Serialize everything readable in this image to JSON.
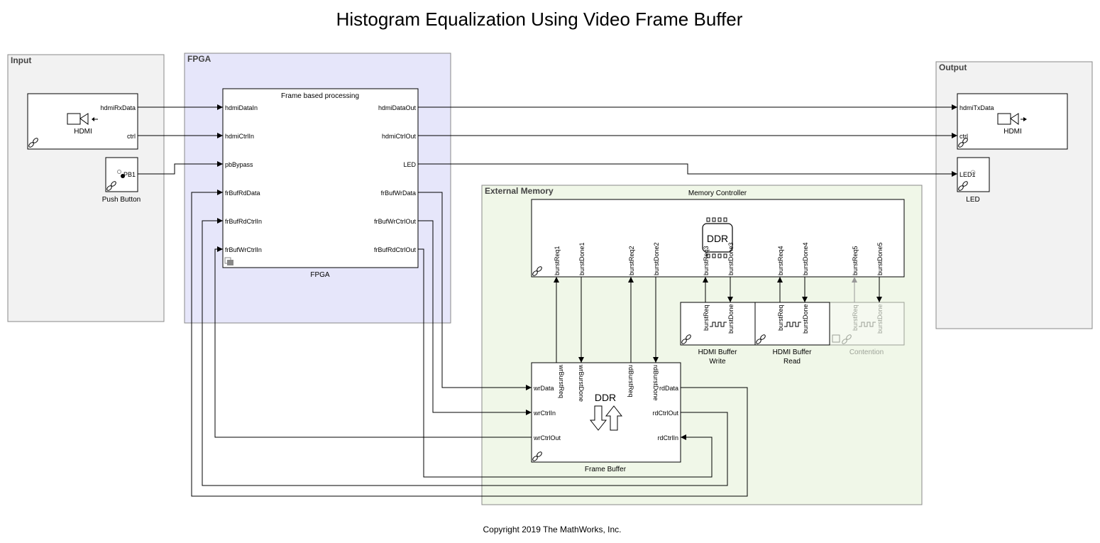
{
  "title": "Histogram Equalization Using Video Frame Buffer",
  "copyright": "Copyright 2019 The MathWorks, Inc.",
  "areas": {
    "input": "Input",
    "fpga": "FPGA",
    "output": "Output",
    "external_memory": "External Memory"
  },
  "colors": {
    "fpga_area": "#e6e6fa",
    "ext_mem_area": "#f0f7e8",
    "io_area": "#f2f2f2"
  },
  "blocks": {
    "hdmi_in": {
      "caption": "HDMI",
      "ports_out": [
        "hdmiRxData",
        "ctrl"
      ]
    },
    "push_button": {
      "caption": "Push Button",
      "label": "PB1"
    },
    "fpga": {
      "title": "Frame based processing",
      "caption": "FPGA",
      "ports_in": [
        "hdmiDataIn",
        "hdmiCtrlIn",
        "pbBypass",
        "frBufRdData",
        "frBufRdCtrlIn",
        "frBufWrCtrlIn"
      ],
      "ports_out": [
        "hdmiDataOut",
        "hdmiCtrlOut",
        "LED",
        "frBufWrData",
        "frBufWrCtrlOut",
        "frBufRdCtrlOut"
      ]
    },
    "hdmi_out": {
      "caption": "HDMI",
      "ports_in": [
        "hdmiTxData",
        "ctrl"
      ]
    },
    "led": {
      "caption": "LED",
      "label": "LED1"
    },
    "memory_controller": {
      "title": "Memory Controller",
      "icon": "DDR",
      "ports": [
        "burstReq1",
        "burstDone1",
        "burstReq2",
        "burstDone2",
        "burstReq3",
        "burstDone3",
        "burstReq4",
        "burstDone4",
        "burstReq5",
        "burstDone5"
      ]
    },
    "hdmi_buffer_write": {
      "caption_line1": "HDMI Buffer",
      "caption_line2": "Write",
      "ports": [
        "burstReq",
        "burstDone"
      ]
    },
    "hdmi_buffer_read": {
      "caption_line1": "HDMI Buffer",
      "caption_line2": "Read",
      "ports": [
        "burstReq",
        "burstDone"
      ]
    },
    "contention": {
      "caption": "Contention",
      "ports": [
        "burstReq",
        "burstDone"
      ]
    },
    "frame_buffer": {
      "caption": "Frame Buffer",
      "icon": "DDR",
      "ports_left": [
        "wrData",
        "wrCtrlIn",
        "wrCtrlOut"
      ],
      "ports_right": [
        "rdData",
        "rdCtrlOut",
        "rdCtrlIn"
      ],
      "ports_top": [
        "wrBurstReq",
        "wrBurstDone",
        "rdBurstReq",
        "rdBurstDone"
      ]
    }
  },
  "icons": [
    "camera-icon",
    "link-icon",
    "ddr-chip-icon",
    "ddr-arrows-icon",
    "pulse-icon",
    "push-button-icon",
    "led-icon"
  ]
}
